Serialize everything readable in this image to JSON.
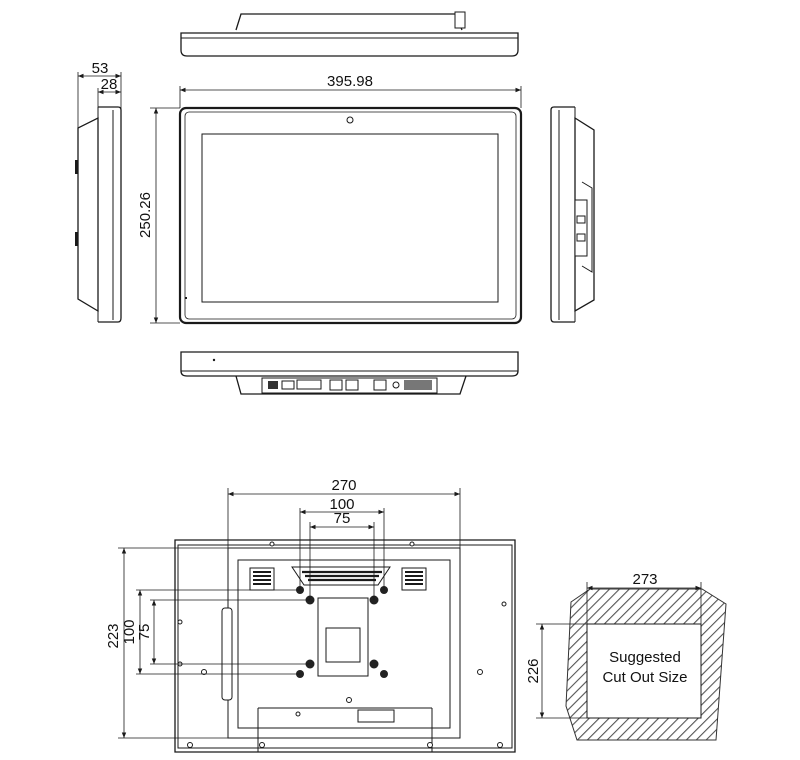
{
  "dimensions": {
    "side_depth": "53",
    "side_depth_inner": "28",
    "overall_width": "395.98",
    "overall_height": "250.26",
    "rear_width": "270",
    "vesa_outer_width": "100",
    "vesa_inner_width": "75",
    "rear_height": "223",
    "vesa_outer_height": "100",
    "vesa_inner_height": "75",
    "cutout_width": "273",
    "cutout_height": "226"
  },
  "cutout": {
    "line1": "Suggested",
    "line2": "Cut Out Size"
  },
  "colors": {
    "line": "#1a1a1a",
    "hatch": "#555555",
    "background": "#ffffff"
  }
}
